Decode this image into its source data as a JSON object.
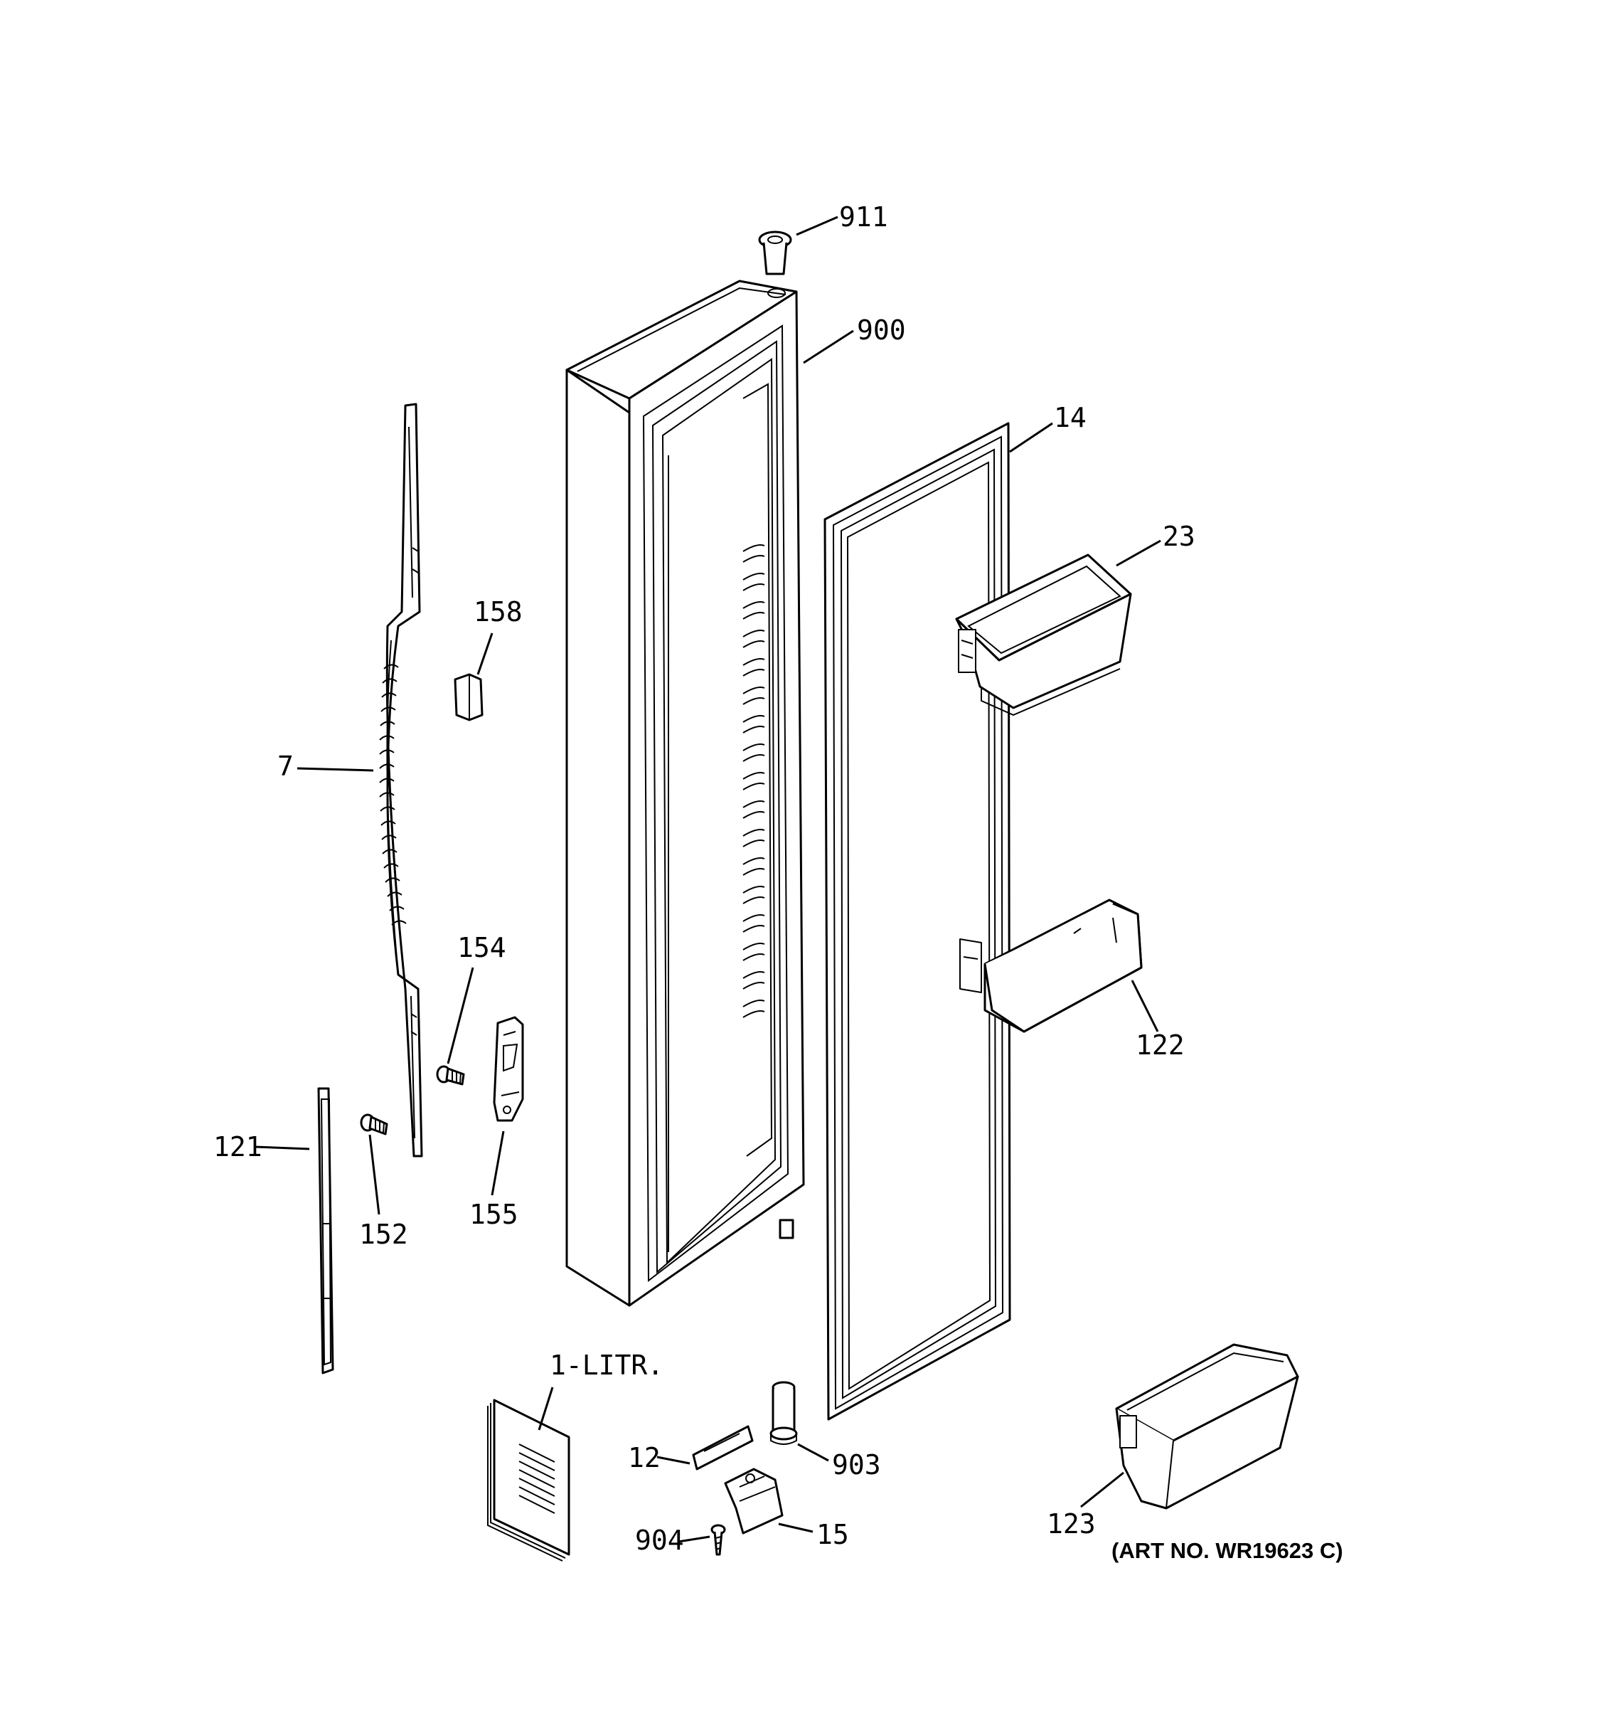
{
  "diagram": {
    "art_number": "(ART NO. WR19623 C)",
    "callouts": [
      {
        "id": "911",
        "text": "911"
      },
      {
        "id": "900",
        "text": "900"
      },
      {
        "id": "14",
        "text": "14"
      },
      {
        "id": "23",
        "text": "23"
      },
      {
        "id": "158",
        "text": "158"
      },
      {
        "id": "7",
        "text": "7"
      },
      {
        "id": "154",
        "text": "154"
      },
      {
        "id": "122",
        "text": "122"
      },
      {
        "id": "121",
        "text": "121"
      },
      {
        "id": "155",
        "text": "155"
      },
      {
        "id": "152",
        "text": "152"
      },
      {
        "id": "1-LITR",
        "text": "1-LITR."
      },
      {
        "id": "12",
        "text": "12"
      },
      {
        "id": "903",
        "text": "903"
      },
      {
        "id": "123",
        "text": "123"
      },
      {
        "id": "904",
        "text": "904"
      },
      {
        "id": "15",
        "text": "15"
      }
    ]
  }
}
